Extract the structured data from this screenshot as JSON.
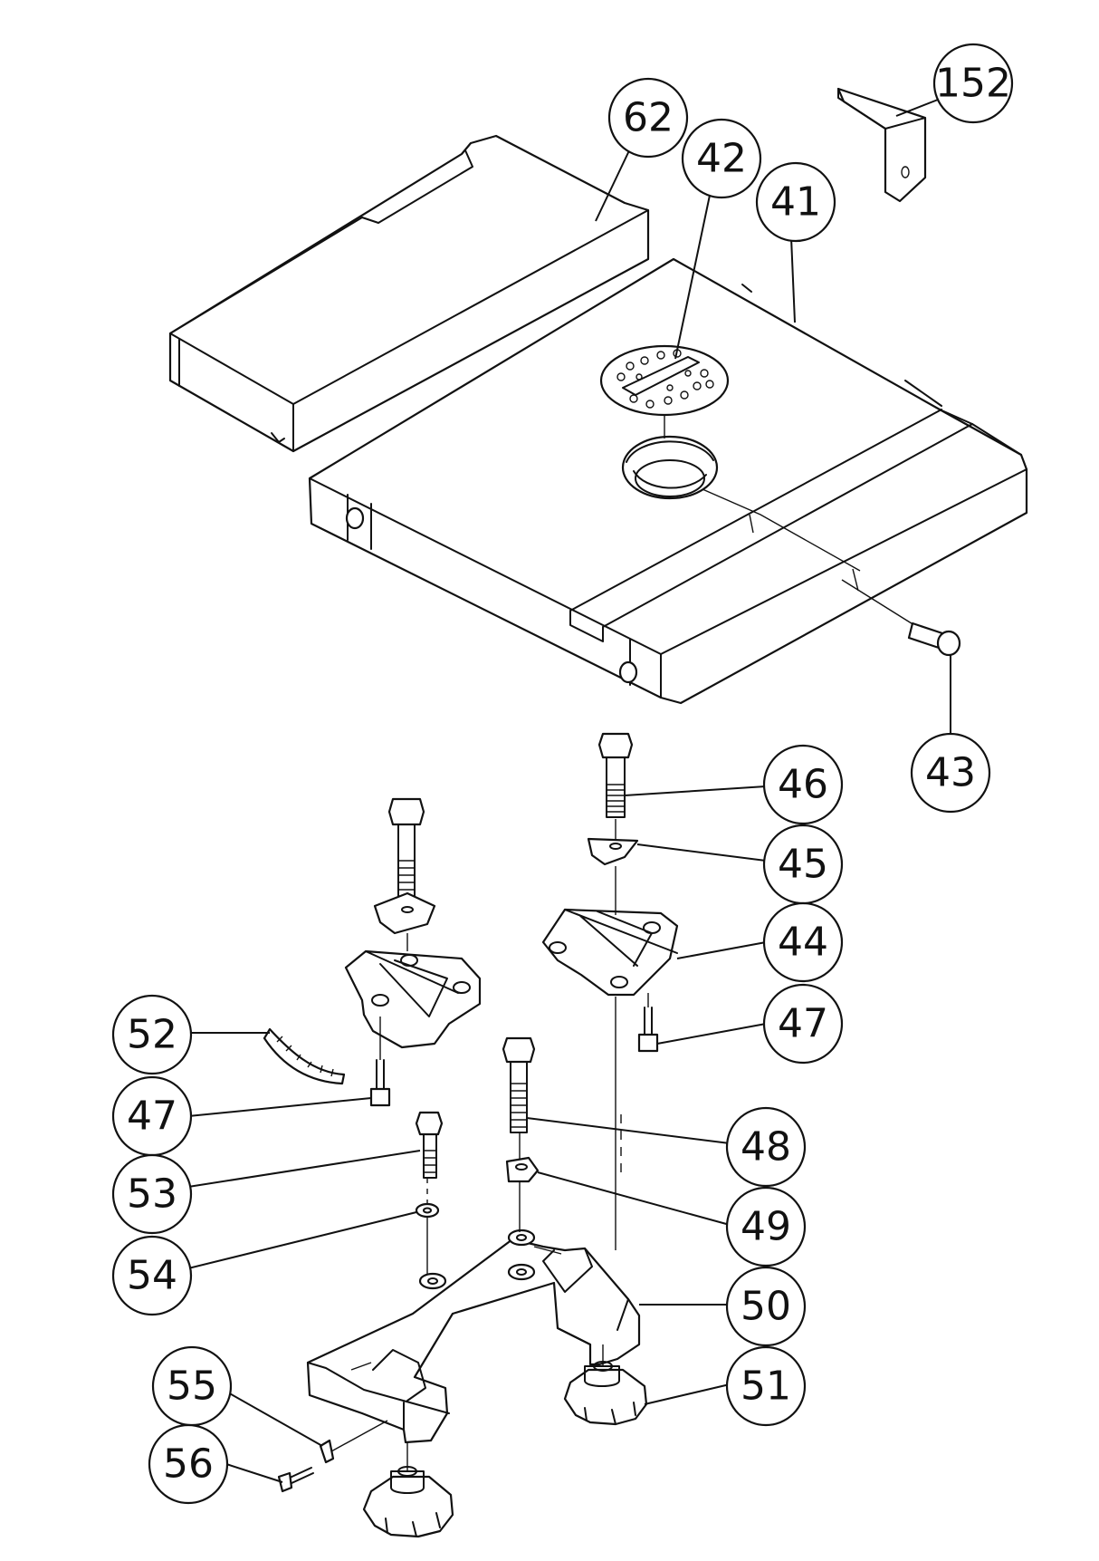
{
  "callouts": {
    "c152": "152",
    "c62": "62",
    "c42": "42",
    "c41": "41",
    "c43": "43",
    "c46": "46",
    "c45": "45",
    "c44": "44",
    "c47a": "47",
    "c47b": "47",
    "c52": "52",
    "c48": "48",
    "c53": "53",
    "c49": "49",
    "c54": "54",
    "c50": "50",
    "c51": "51",
    "c55": "55",
    "c56": "56"
  }
}
